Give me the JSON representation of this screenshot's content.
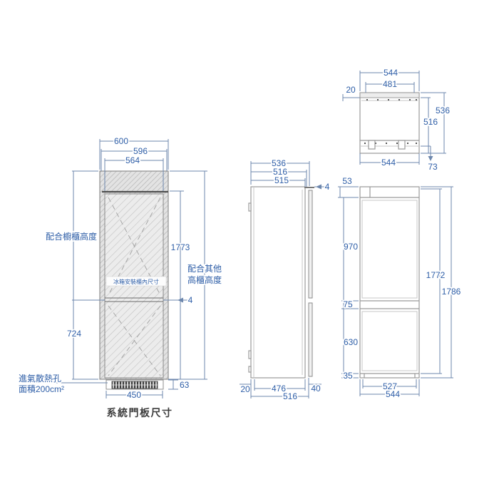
{
  "colors": {
    "dimension_text": "#2e5ea7",
    "dimension_line": "#6d87ad",
    "outline": "#9a9a9a"
  },
  "caption": "系統門板尺寸",
  "left_view": {
    "width_total": "600",
    "width_mid": "596",
    "width_inner": "564",
    "cabinet_height_label": "配合櫥櫃高度",
    "lower_height": "724",
    "inner_height": "1773",
    "divider_gap": "4",
    "other_height_label_1": "配合其他",
    "other_height_label_2": "高櫃高度",
    "vent_height": "63",
    "vent_width": "450",
    "niche_label": "冰箱安裝櫃內尺寸",
    "vent_note_1": "進氣散熱孔",
    "vent_note_2": "面積200cm²"
  },
  "side_view": {
    "depth_total": "536",
    "depth_mid": "516",
    "depth_body": "515",
    "door_gap": "4",
    "bottom_left_offset": "20",
    "bottom_inner": "476",
    "bottom_total": "516",
    "bottom_right_offset": "40"
  },
  "front_view": {
    "top_offset": "53",
    "upper_door_height": "970",
    "middle_gap": "75",
    "lower_door_height": "630",
    "bottom_offset": "35",
    "inner_height": "1772",
    "total_height": "1786",
    "bottom_inner_width": "527",
    "bottom_total_width": "544"
  },
  "top_view": {
    "top_width": "544",
    "inner_width": "481",
    "side_offset": "20",
    "depth_inner": "516",
    "depth_total": "536",
    "bottom_width": "544",
    "door_projection": "73"
  }
}
